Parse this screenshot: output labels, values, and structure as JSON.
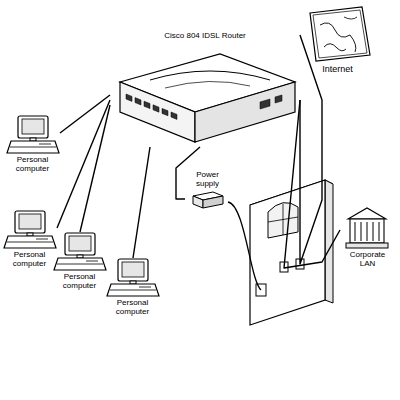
{
  "diagram": {
    "nodes": [
      {
        "text": [
          "Cisco 804 IDSL Router"
        ]
      },
      {
        "text": [
          "Internet"
        ]
      },
      {
        "text": [
          "Personal computer"
        ]
      },
      {
        "text": [
          "Power supply"
        ]
      },
      {
        "text": [
          "Personal computer"
        ]
      },
      {
        "text": [
          "Corporate LAN"
        ]
      },
      {
        "text": [
          "Personal computer"
        ]
      },
      {
        "text": [
          "Personal computer"
        ]
      }
    ],
    "edges": [
      {
        "from": 0,
        "to": 2,
        "arrow": "none"
      },
      {
        "from": 0,
        "to": 4,
        "arrow": "none"
      },
      {
        "from": 0,
        "to": 6,
        "arrow": "none"
      },
      {
        "from": 0,
        "to": 7,
        "arrow": "none"
      },
      {
        "from": 0,
        "to": 3,
        "arrow": "none"
      },
      {
        "from": 0,
        "to": 1,
        "arrow": "none"
      },
      {
        "from": 0,
        "to": 5,
        "arrow": "none"
      }
    ]
  }
}
